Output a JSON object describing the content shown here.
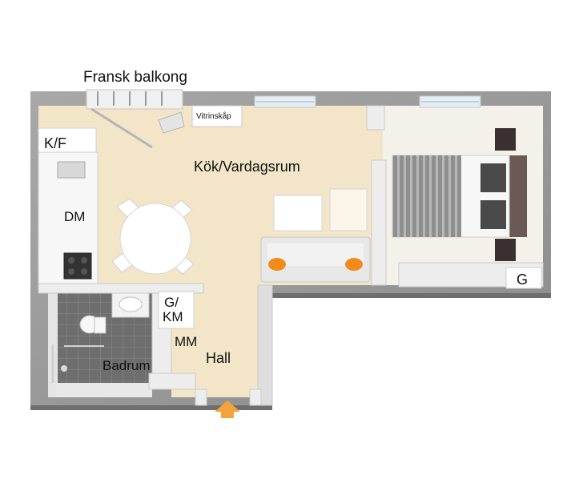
{
  "labels": {
    "balcony": "Fransk balkong",
    "display_cabinet": "Vitrinskåp",
    "kf": "K/F",
    "dm": "DM",
    "living": "Kök/Vardagsrum",
    "gkm_line1": "G/",
    "gkm_line2": "KM",
    "mm": "MM",
    "hall": "Hall",
    "bathroom": "Badrum",
    "g": "G"
  },
  "colors": {
    "floor": "#f3e6c8",
    "wall_top": "#9a9a9a",
    "wall_side": "#7e7e7e",
    "bath_tile": "#6f6f6f",
    "sofa": "#e8e8e8",
    "pillow": "#f28a1c",
    "entry_arrow": "#f4a23a",
    "bed_cover": "#8a8a8a",
    "dark_furniture": "#3a3030"
  },
  "icons": {
    "entry": "entry-arrow-icon"
  }
}
